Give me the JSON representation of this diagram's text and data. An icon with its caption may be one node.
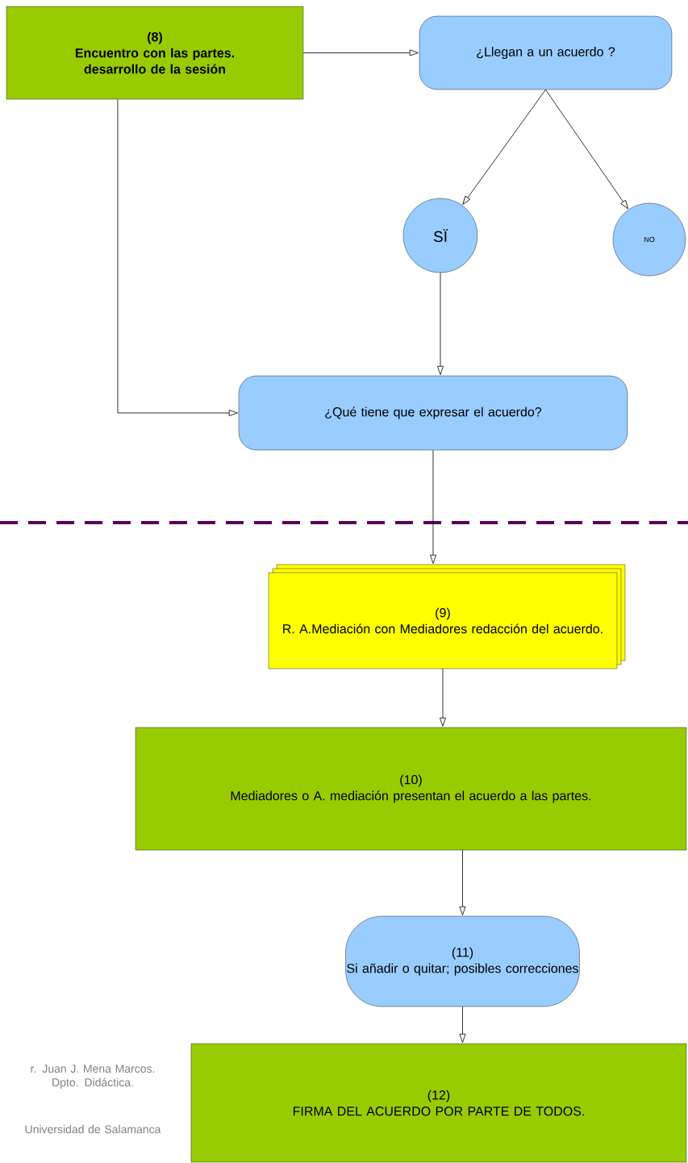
{
  "diagram": {
    "nodes": [
      {
        "text": [
          "(8)",
          "Encuentro con las partes. desarrollo de la sesión"
        ]
      },
      {
        "text": [
          "¿Llegan a un acuerdo ?"
        ]
      },
      {
        "text": [
          "SÏ"
        ]
      },
      {
        "text": [
          "NO"
        ]
      },
      {
        "text": [
          "¿Qué tiene que expresar el acuerdo?"
        ]
      },
      {
        "text": [
          "(9)",
          "R. A.Mediación con Mediadores redacción del acuerdo."
        ]
      },
      {
        "text": [
          "(10)",
          "Mediadores o A. mediación presentan el acuerdo a las partes."
        ]
      },
      {
        "text": [
          "(11)",
          "Si añadir o quitar; posibles correcciones"
        ]
      },
      {
        "text": [
          "(12)",
          "FIRMA DEL ACUERDO POR PARTE DE TODOS."
        ]
      }
    ],
    "edges": [
      {
        "from": 0,
        "to": 1,
        "arrow": "to"
      },
      {
        "from": 1,
        "to": 2,
        "arrow": "to"
      },
      {
        "from": 1,
        "to": 3,
        "arrow": "to"
      },
      {
        "from": 2,
        "to": 4,
        "arrow": "to"
      },
      {
        "from": 0,
        "to": 4,
        "arrow": "to"
      },
      {
        "from": 4,
        "to": 5,
        "arrow": "to"
      },
      {
        "from": 5,
        "to": 6,
        "arrow": "to"
      },
      {
        "from": 6,
        "to": 7,
        "arrow": "to"
      },
      {
        "from": 7,
        "to": 8,
        "arrow": "to"
      }
    ],
    "labels": [
      "r. Juan J. Mena Marcos. Dpto. Didáctica.",
      "Universidad de Salamanca"
    ]
  }
}
